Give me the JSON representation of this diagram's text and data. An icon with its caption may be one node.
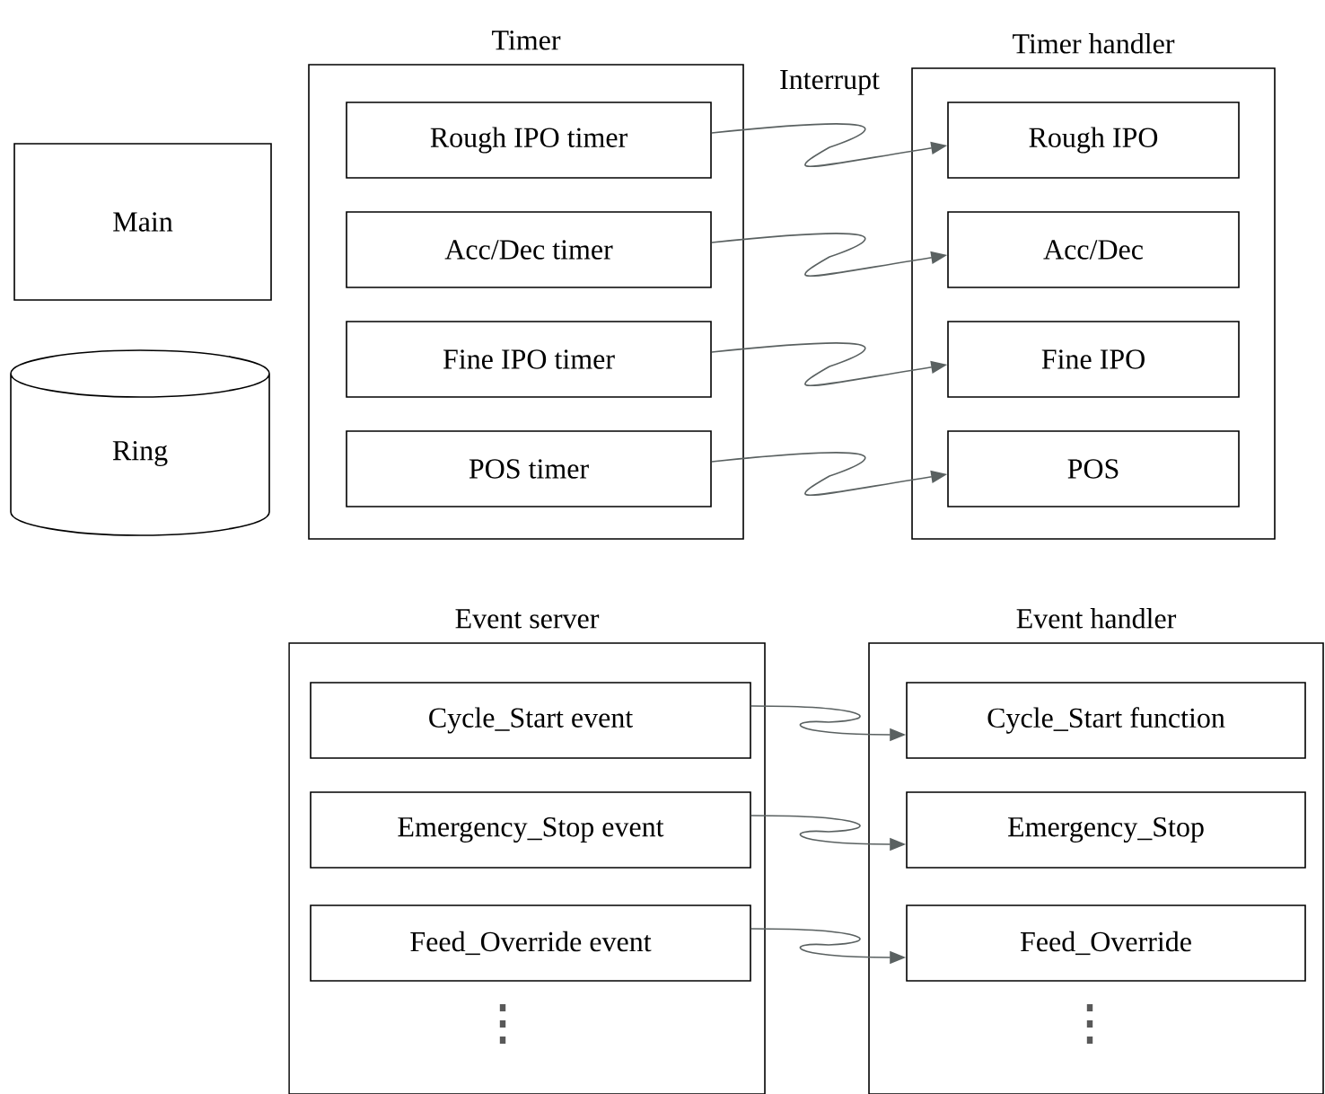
{
  "diagram": {
    "nodes": [
      {
        "text": [
          "Main"
        ]
      },
      {
        "text": [
          "Ring"
        ]
      },
      {
        "text": [
          "Timer"
        ]
      },
      {
        "text": [
          "Rough IPO timer"
        ],
        "in": 2
      },
      {
        "text": [
          "Acc/Dec timer"
        ],
        "in": 2
      },
      {
        "text": [
          "Fine IPO timer"
        ],
        "in": 2
      },
      {
        "text": [
          "POS timer"
        ],
        "in": 2
      },
      {
        "text": [
          "Timer handler"
        ]
      },
      {
        "text": [
          "Rough IPO"
        ],
        "in": 7
      },
      {
        "text": [
          "Acc/Dec"
        ],
        "in": 7
      },
      {
        "text": [
          "Fine IPO"
        ],
        "in": 7
      },
      {
        "text": [
          "POS"
        ],
        "in": 7
      },
      {
        "text": [
          "Event server"
        ]
      },
      {
        "text": [
          "Cycle_Start event"
        ],
        "in": 12
      },
      {
        "text": [
          "Emergency_Stop event"
        ],
        "in": 12
      },
      {
        "text": [
          "Feed_Override event"
        ],
        "in": 12
      },
      {
        "text": [
          "Event handler"
        ]
      },
      {
        "text": [
          "Cycle_Start function"
        ],
        "in": 16
      },
      {
        "text": [
          "Emergency_Stop"
        ],
        "in": 16
      },
      {
        "text": [
          "Feed_Override"
        ],
        "in": 16
      }
    ],
    "edges": [
      {
        "from": 3,
        "to": 8,
        "arrow": "to"
      },
      {
        "from": 4,
        "to": 9,
        "arrow": "to"
      },
      {
        "from": 5,
        "to": 10,
        "arrow": "to"
      },
      {
        "from": 6,
        "to": 11,
        "arrow": "to"
      },
      {
        "from": 13,
        "to": 17,
        "arrow": "to"
      },
      {
        "from": 14,
        "to": 18,
        "arrow": "to"
      },
      {
        "from": 15,
        "to": 19,
        "arrow": "to"
      }
    ],
    "labels": [
      "Interrupt"
    ]
  }
}
